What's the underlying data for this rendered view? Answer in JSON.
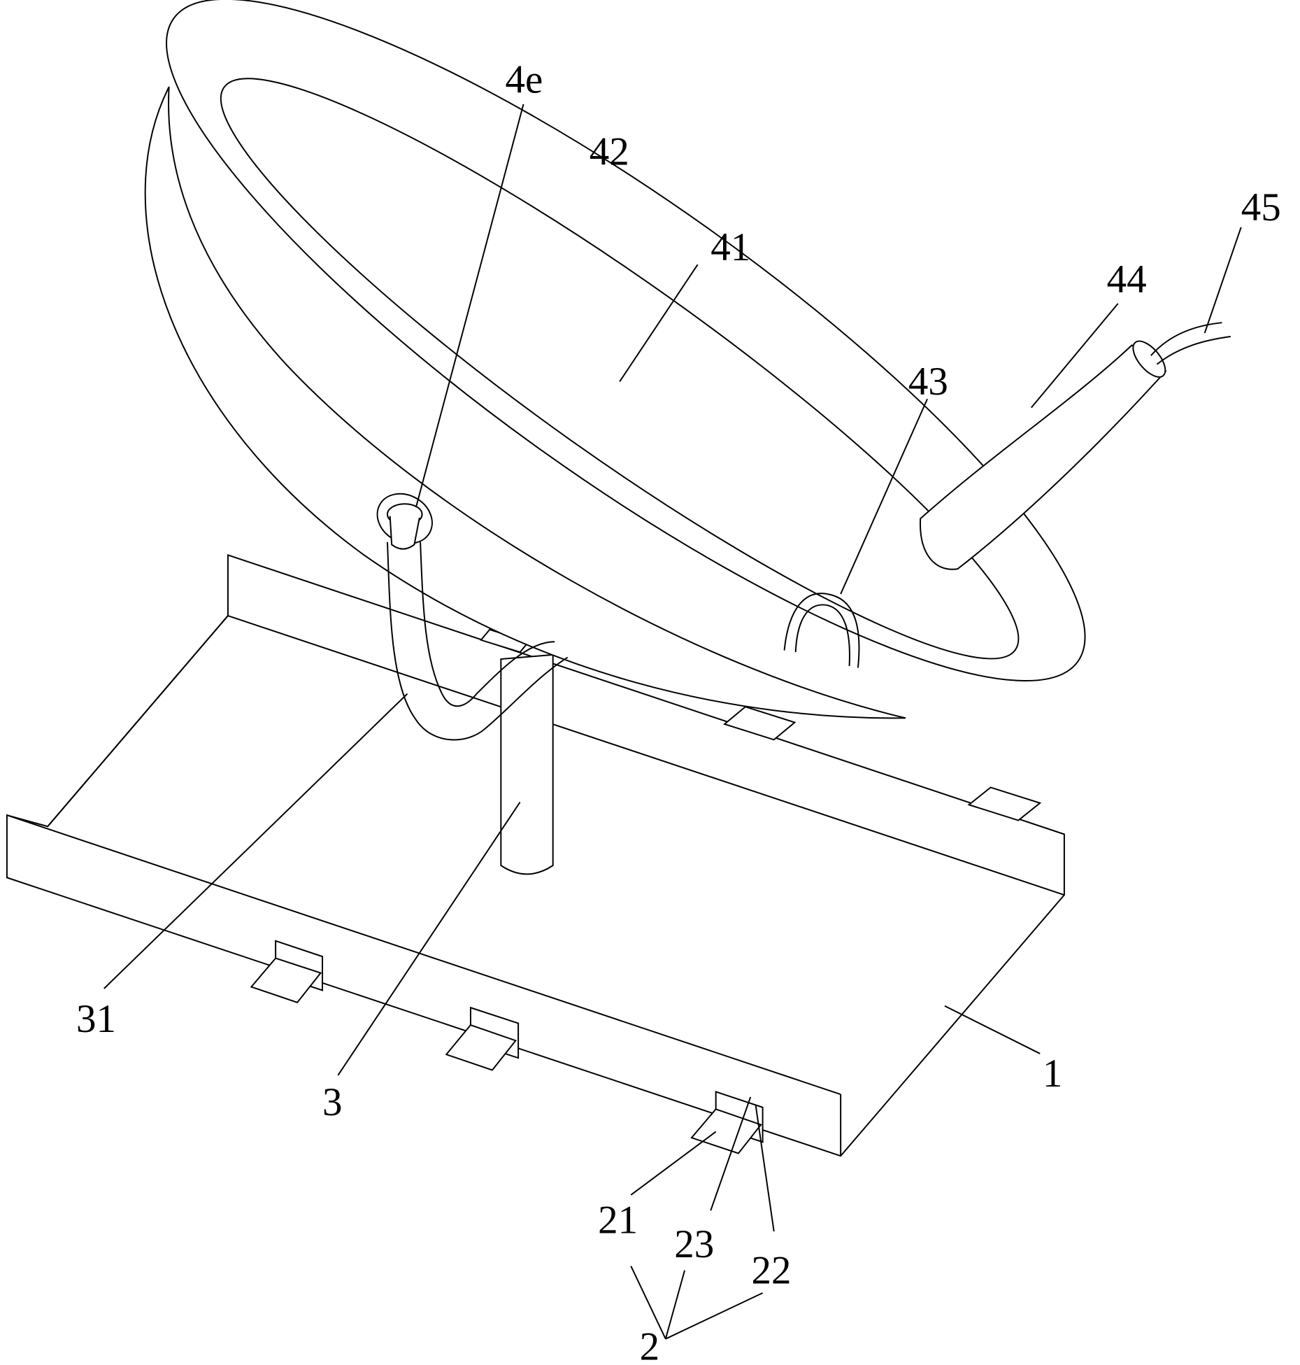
{
  "labels": {
    "l4e": "4e",
    "l42": "42",
    "l41": "41",
    "l45": "45",
    "l44": "44",
    "l43": "43",
    "l31": "31",
    "l3": "3",
    "l1": "1",
    "l21": "21",
    "l23": "23",
    "l22": "22",
    "l2": "2"
  }
}
